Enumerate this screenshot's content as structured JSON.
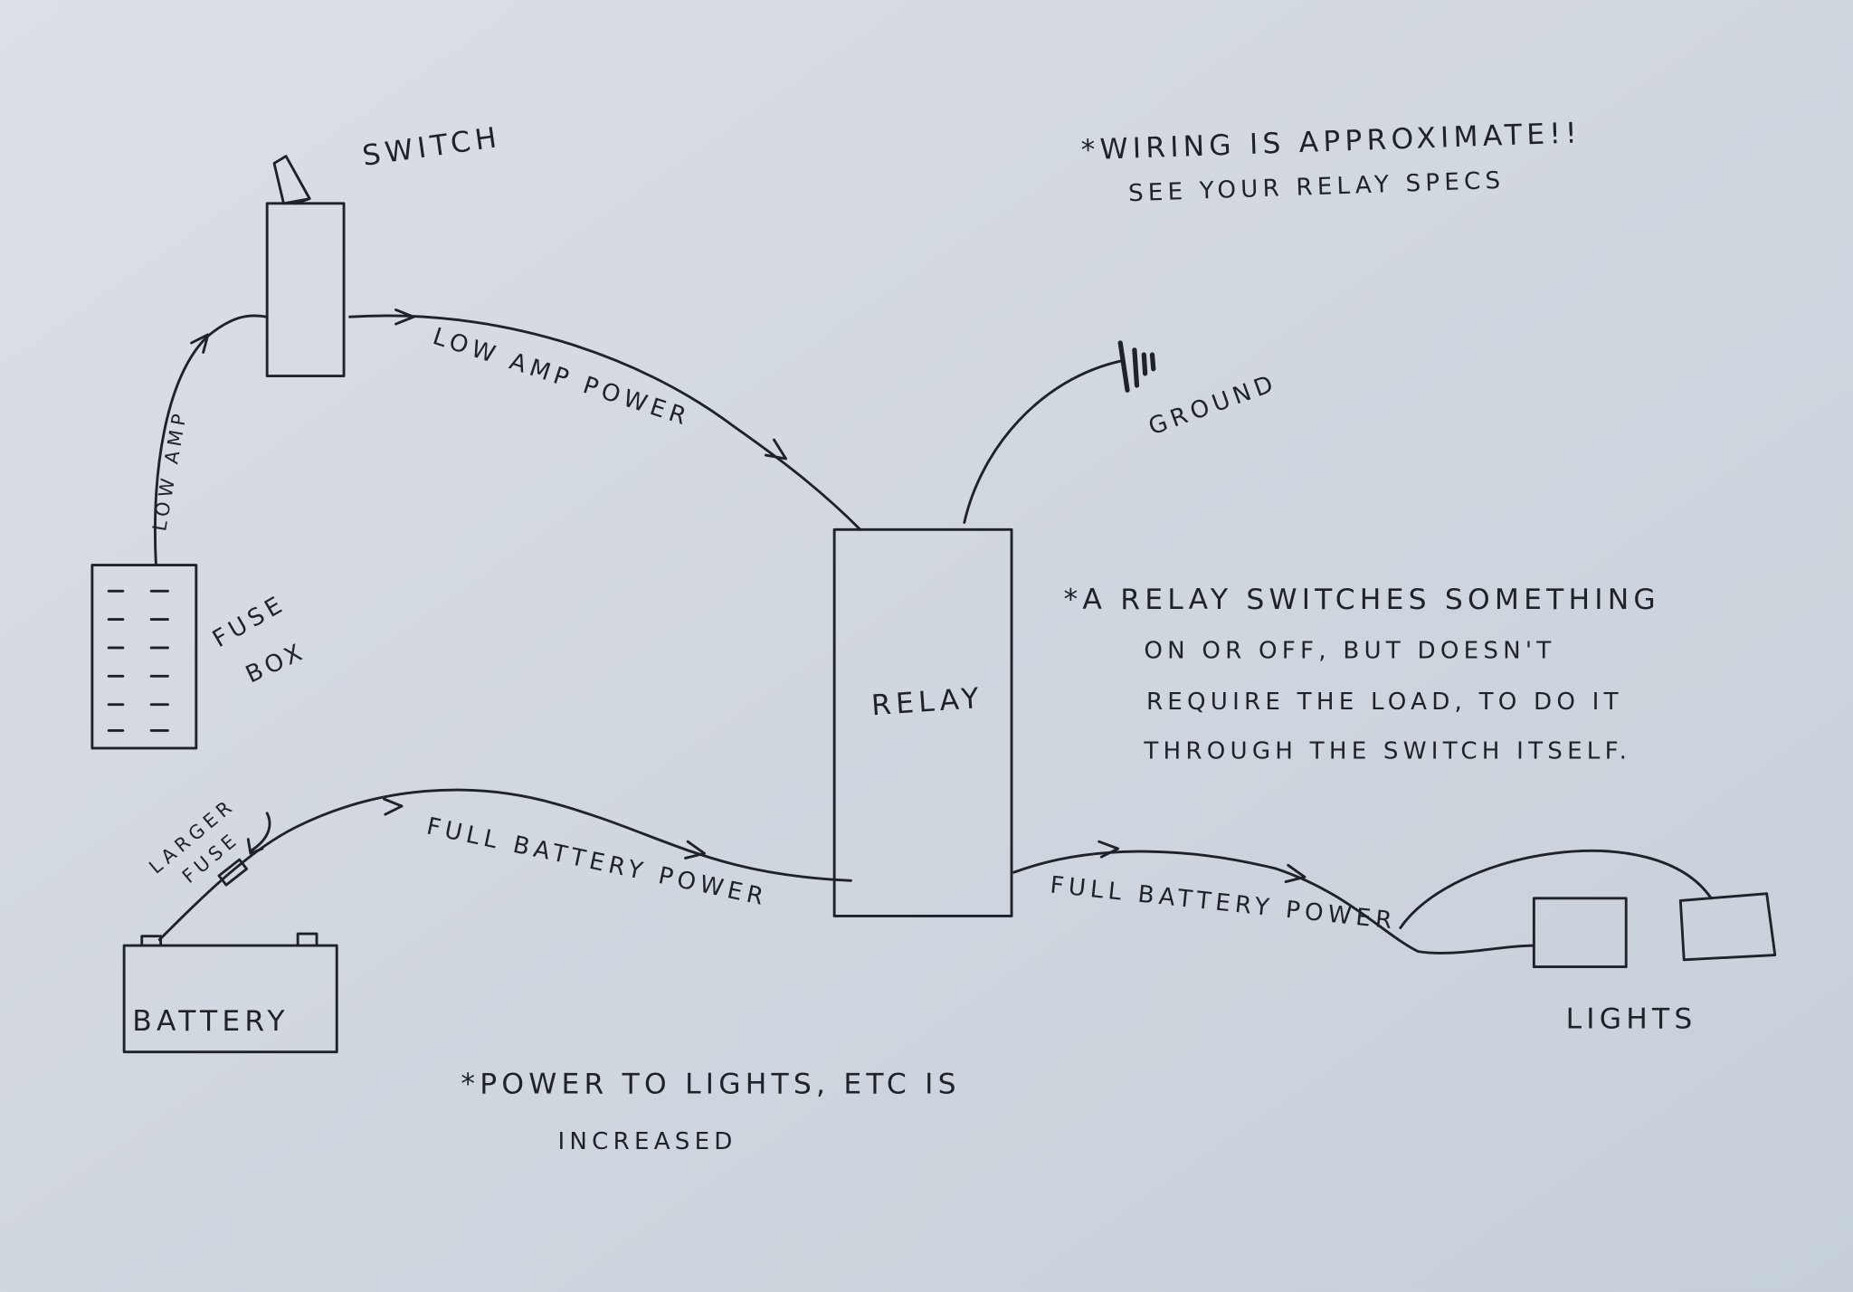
{
  "switch": {
    "label": "SWITCH"
  },
  "notes": {
    "wiring_line1": "*WIRING IS APPROXIMATE!!",
    "wiring_line2": "SEE YOUR RELAY SPECS",
    "relay_line1": "*A RELAY SWITCHES SOMETHING",
    "relay_line2": "ON OR OFF, BUT DOESN'T",
    "relay_line3": "REQUIRE THE LOAD, TO DO IT",
    "relay_line4": "THROUGH THE SWITCH ITSELF.",
    "power_line1": "*POWER TO LIGHTS, ETC IS",
    "power_line2": "INCREASED"
  },
  "wires": {
    "low_amp_power": "LOW AMP POWER",
    "low_amp": "LOW AMP",
    "full_battery_power_1": "FULL BATTERY POWER",
    "full_battery_power_2": "FULL BATTERY POWER"
  },
  "components": {
    "ground": "GROUND",
    "fuse_box_line1": "FUSE",
    "fuse_box_line2": "BOX",
    "relay": "RELAY",
    "larger_fuse_line1": "LARGER",
    "larger_fuse_line2": "FUSE",
    "battery": "BATTERY",
    "lights": "LIGHTS"
  }
}
